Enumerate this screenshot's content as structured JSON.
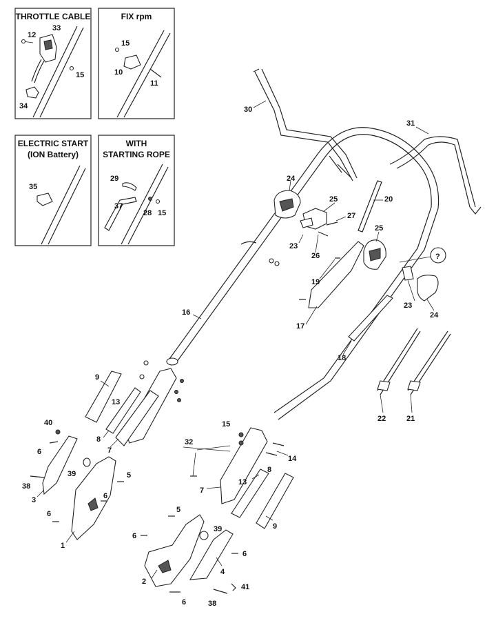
{
  "insets": [
    {
      "id": "throttle",
      "title_lines": [
        "THROTTLE CABLE"
      ],
      "callouts": [
        "12",
        "33",
        "15",
        "34"
      ]
    },
    {
      "id": "fixrpm",
      "title_lines": [
        "FIX rpm"
      ],
      "callouts": [
        "15",
        "10",
        "11"
      ]
    },
    {
      "id": "electric",
      "title_lines": [
        "ELECTRIC START",
        "(ION Battery)"
      ],
      "callouts": [
        "35"
      ]
    },
    {
      "id": "rope",
      "title_lines": [
        "WITH",
        "STARTING ROPE"
      ],
      "callouts": [
        "29",
        "37",
        "28",
        "15"
      ]
    }
  ],
  "callouts": {
    "c30": "30",
    "c31": "31",
    "c24a": "24",
    "c25a": "25",
    "c27": "27",
    "c20": "20",
    "c23a": "23",
    "c26": "26",
    "c25b": "25",
    "c16": "16",
    "c19": "19",
    "c17": "17",
    "c23b": "23",
    "c24b": "24",
    "c18": "18",
    "c22": "22",
    "c21": "21",
    "cq": "?",
    "c9a": "9",
    "c13a": "13",
    "c8a": "8",
    "c7a": "7",
    "c40": "40",
    "c6a": "6",
    "c39a": "39",
    "c38a": "38",
    "c3": "3",
    "c5a": "5",
    "c6b": "6",
    "c6c": "6",
    "c1": "1",
    "c15m": "15",
    "c32": "32",
    "c14": "14",
    "c13b": "13",
    "c8b": "8",
    "c7b": "7",
    "c9b": "9",
    "c5b": "5",
    "c6d": "6",
    "c39b": "39",
    "c6e": "6",
    "c4": "4",
    "c2": "2",
    "c6f": "6",
    "c41": "41",
    "c38b": "38"
  }
}
